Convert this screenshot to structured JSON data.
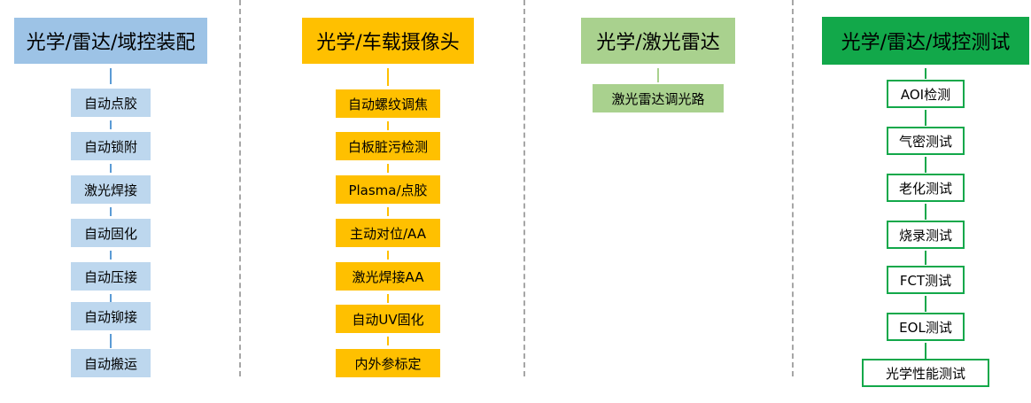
{
  "colors": {
    "blue_header": "#9dc3e6",
    "blue_step": "#bdd7ee",
    "blue_line": "#5b9bd5",
    "orange": "#ffc000",
    "light_green": "#a9d18e",
    "green": "#12a84a",
    "green_line": "#12a84a"
  },
  "columns": [
    {
      "header": "光学/雷达/域控装配",
      "steps": [
        "自动点胶",
        "自动锁附",
        "激光焊接",
        "自动固化",
        "自动压接",
        "自动铆接",
        "自动搬运"
      ]
    },
    {
      "header": "光学/车载摄像头",
      "steps": [
        "自动螺纹调焦",
        "白板脏污检测",
        "Plasma/点胶",
        "主动对位/AA",
        "激光焊接AA",
        "自动UV固化",
        "内外参标定"
      ]
    },
    {
      "header": "光学/激光雷达",
      "steps": [
        "激光雷达调光路"
      ]
    },
    {
      "header": "光学/雷达/域控测试",
      "steps": [
        "AOI检测",
        "气密测试",
        "老化测试",
        "烧录测试",
        "FCT测试",
        "EOL测试",
        "光学性能测试"
      ]
    }
  ]
}
